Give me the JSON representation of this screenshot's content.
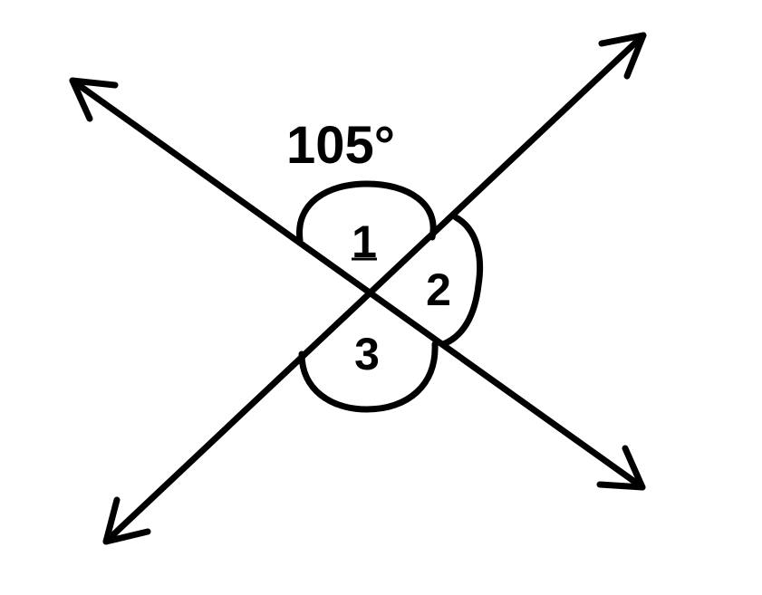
{
  "diagram": {
    "angle_label": "105°",
    "angles": [
      {
        "label": "1",
        "measure": "105°"
      },
      {
        "label": "2"
      },
      {
        "label": "3"
      }
    ],
    "stroke_color": "#000000",
    "background_color": "#ffffff"
  }
}
